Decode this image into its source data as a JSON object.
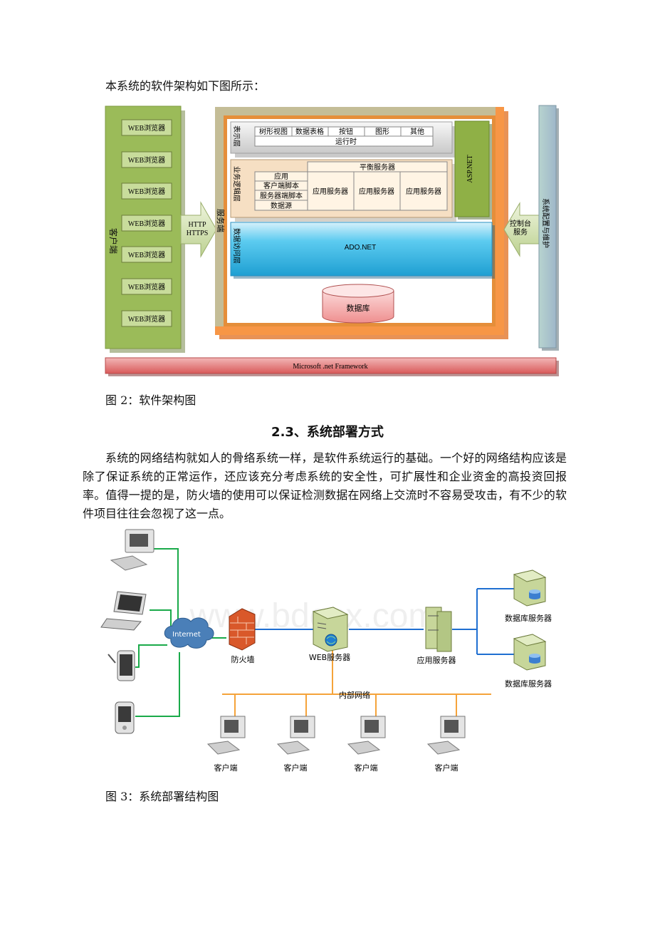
{
  "intro": "本系统的软件架构如下图所示：",
  "arch": {
    "client_label": "客户端",
    "browser_label": "WEB浏览器",
    "protocol_line1": "HTTP",
    "protocol_line2": "HTTPS",
    "server_label": "服务端",
    "presentation": {
      "label": "表示层",
      "items": [
        "树形视图",
        "数据表格",
        "按钮",
        "图形",
        "其他"
      ],
      "runtime": "运行时"
    },
    "business": {
      "label": "业务逻辑层",
      "app": "应用",
      "client_script": "客户端脚本",
      "server_script": "服务器端脚本",
      "datasource": "数据源",
      "balance": "平衡服务器",
      "app_server": "应用服务器"
    },
    "aspnet": "ASP.NET",
    "data_access": {
      "label": "数据访问层",
      "ado": "ADO.NET"
    },
    "database": "数据库",
    "console_line1": "控制台",
    "console_line2": "服务",
    "config": "系统配置与维护",
    "framework": "Microsoft .net Framework"
  },
  "fig2_caption": "图 2：软件架构图",
  "section_title": "2.3、系统部署方式",
  "paragraph": "系统的网络结构就如人的骨络系统一样，是软件系统运行的基础。一个好的网络结构应该是除了保证系统的正常运作，还应该充分考虑系统的安全性，可扩展性和企业资金的高投资回报率。值得一提的是，防火墙的使用可以保证检测数据在网络上交流时不容易受攻击，有不少的软件项目往往会忽视了这一点。",
  "net": {
    "internet": "Internet",
    "firewall": "防火墙",
    "web_server": "WEB服务器",
    "app_server": "应用服务器",
    "db_server_1": "数据库服务器",
    "db_server_2": "数据库服务器",
    "lan": "内部网络",
    "clients": [
      "客户端",
      "客户端",
      "客户端",
      "客户端"
    ]
  },
  "watermark": "www.bdocx.com",
  "fig3_caption": "图 3：系统部署结构图",
  "colors": {
    "client_green": "#9bbb59",
    "server_orange": "#f79646",
    "ado_blue": "#31b8e6",
    "framework_red": "#e06a6a",
    "lan_orange": "#f5a33a",
    "green_line": "#1aaa4a",
    "blue_line": "#1f6fd1"
  }
}
